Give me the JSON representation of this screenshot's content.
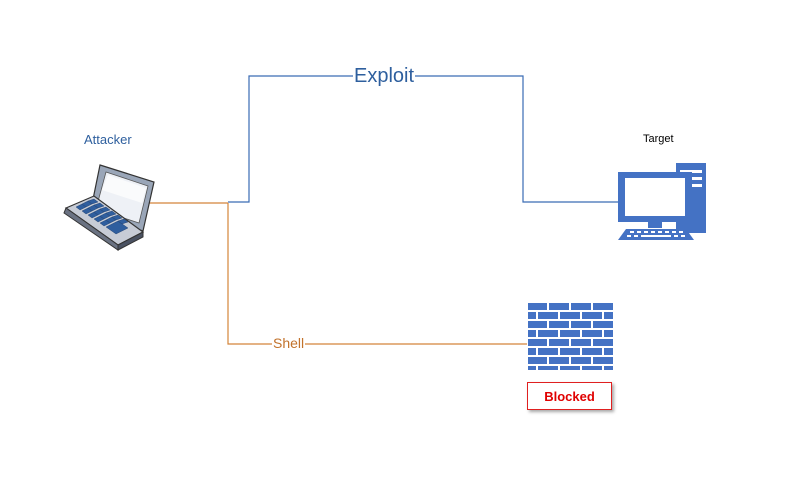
{
  "attacker": {
    "label": "Attacker",
    "icon": "laptop-icon"
  },
  "target": {
    "label": "Target",
    "icon": "desktop-computer-icon"
  },
  "firewall": {
    "icon": "brick-wall-icon",
    "status": "Blocked"
  },
  "connections": {
    "exploit": {
      "label": "Exploit",
      "color": "#3a6cb5"
    },
    "shell": {
      "label": "Shell",
      "color": "#d4853a"
    }
  }
}
